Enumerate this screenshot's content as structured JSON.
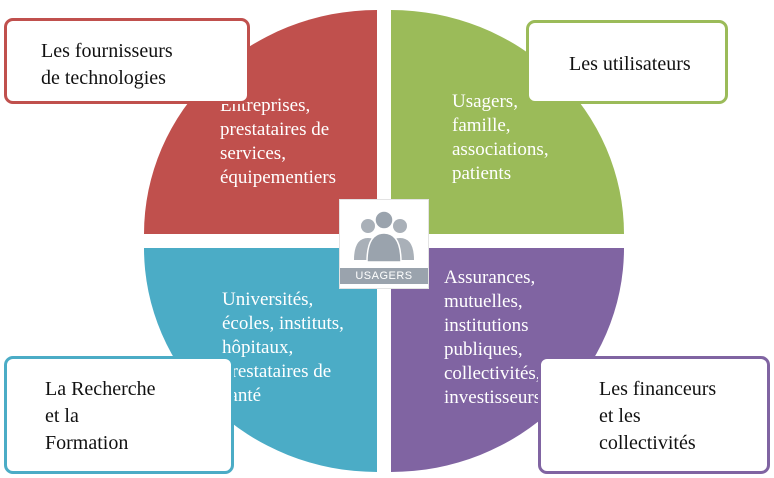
{
  "colors": {
    "red": "#c0504d",
    "green": "#9bbb59",
    "blue": "#4bacc6",
    "purple": "#8064a2"
  },
  "quadrants": {
    "top_left": "Entreprises,\nprestataires de\nservices,\néquipementiers",
    "top_right": "Usagers,\nfamille,\nassociations,\npatients",
    "bottom_left": "Universités,\nécoles, instituts,\nhôpitaux,\nprestataires de\nsanté",
    "bottom_right": "Assurances,\nmutuelles,\ninstitutions\npubliques,\ncollectivités,\ninvestisseurs"
  },
  "labels": {
    "top_left": "Les fournisseurs\nde technologies",
    "top_right": "Les utilisateurs",
    "bottom_left": "La Recherche\net la\nFormation",
    "bottom_right": "Les financeurs\net les\ncollectivités"
  },
  "center": {
    "icon": "users-group-icon",
    "label": "USAGERS"
  }
}
